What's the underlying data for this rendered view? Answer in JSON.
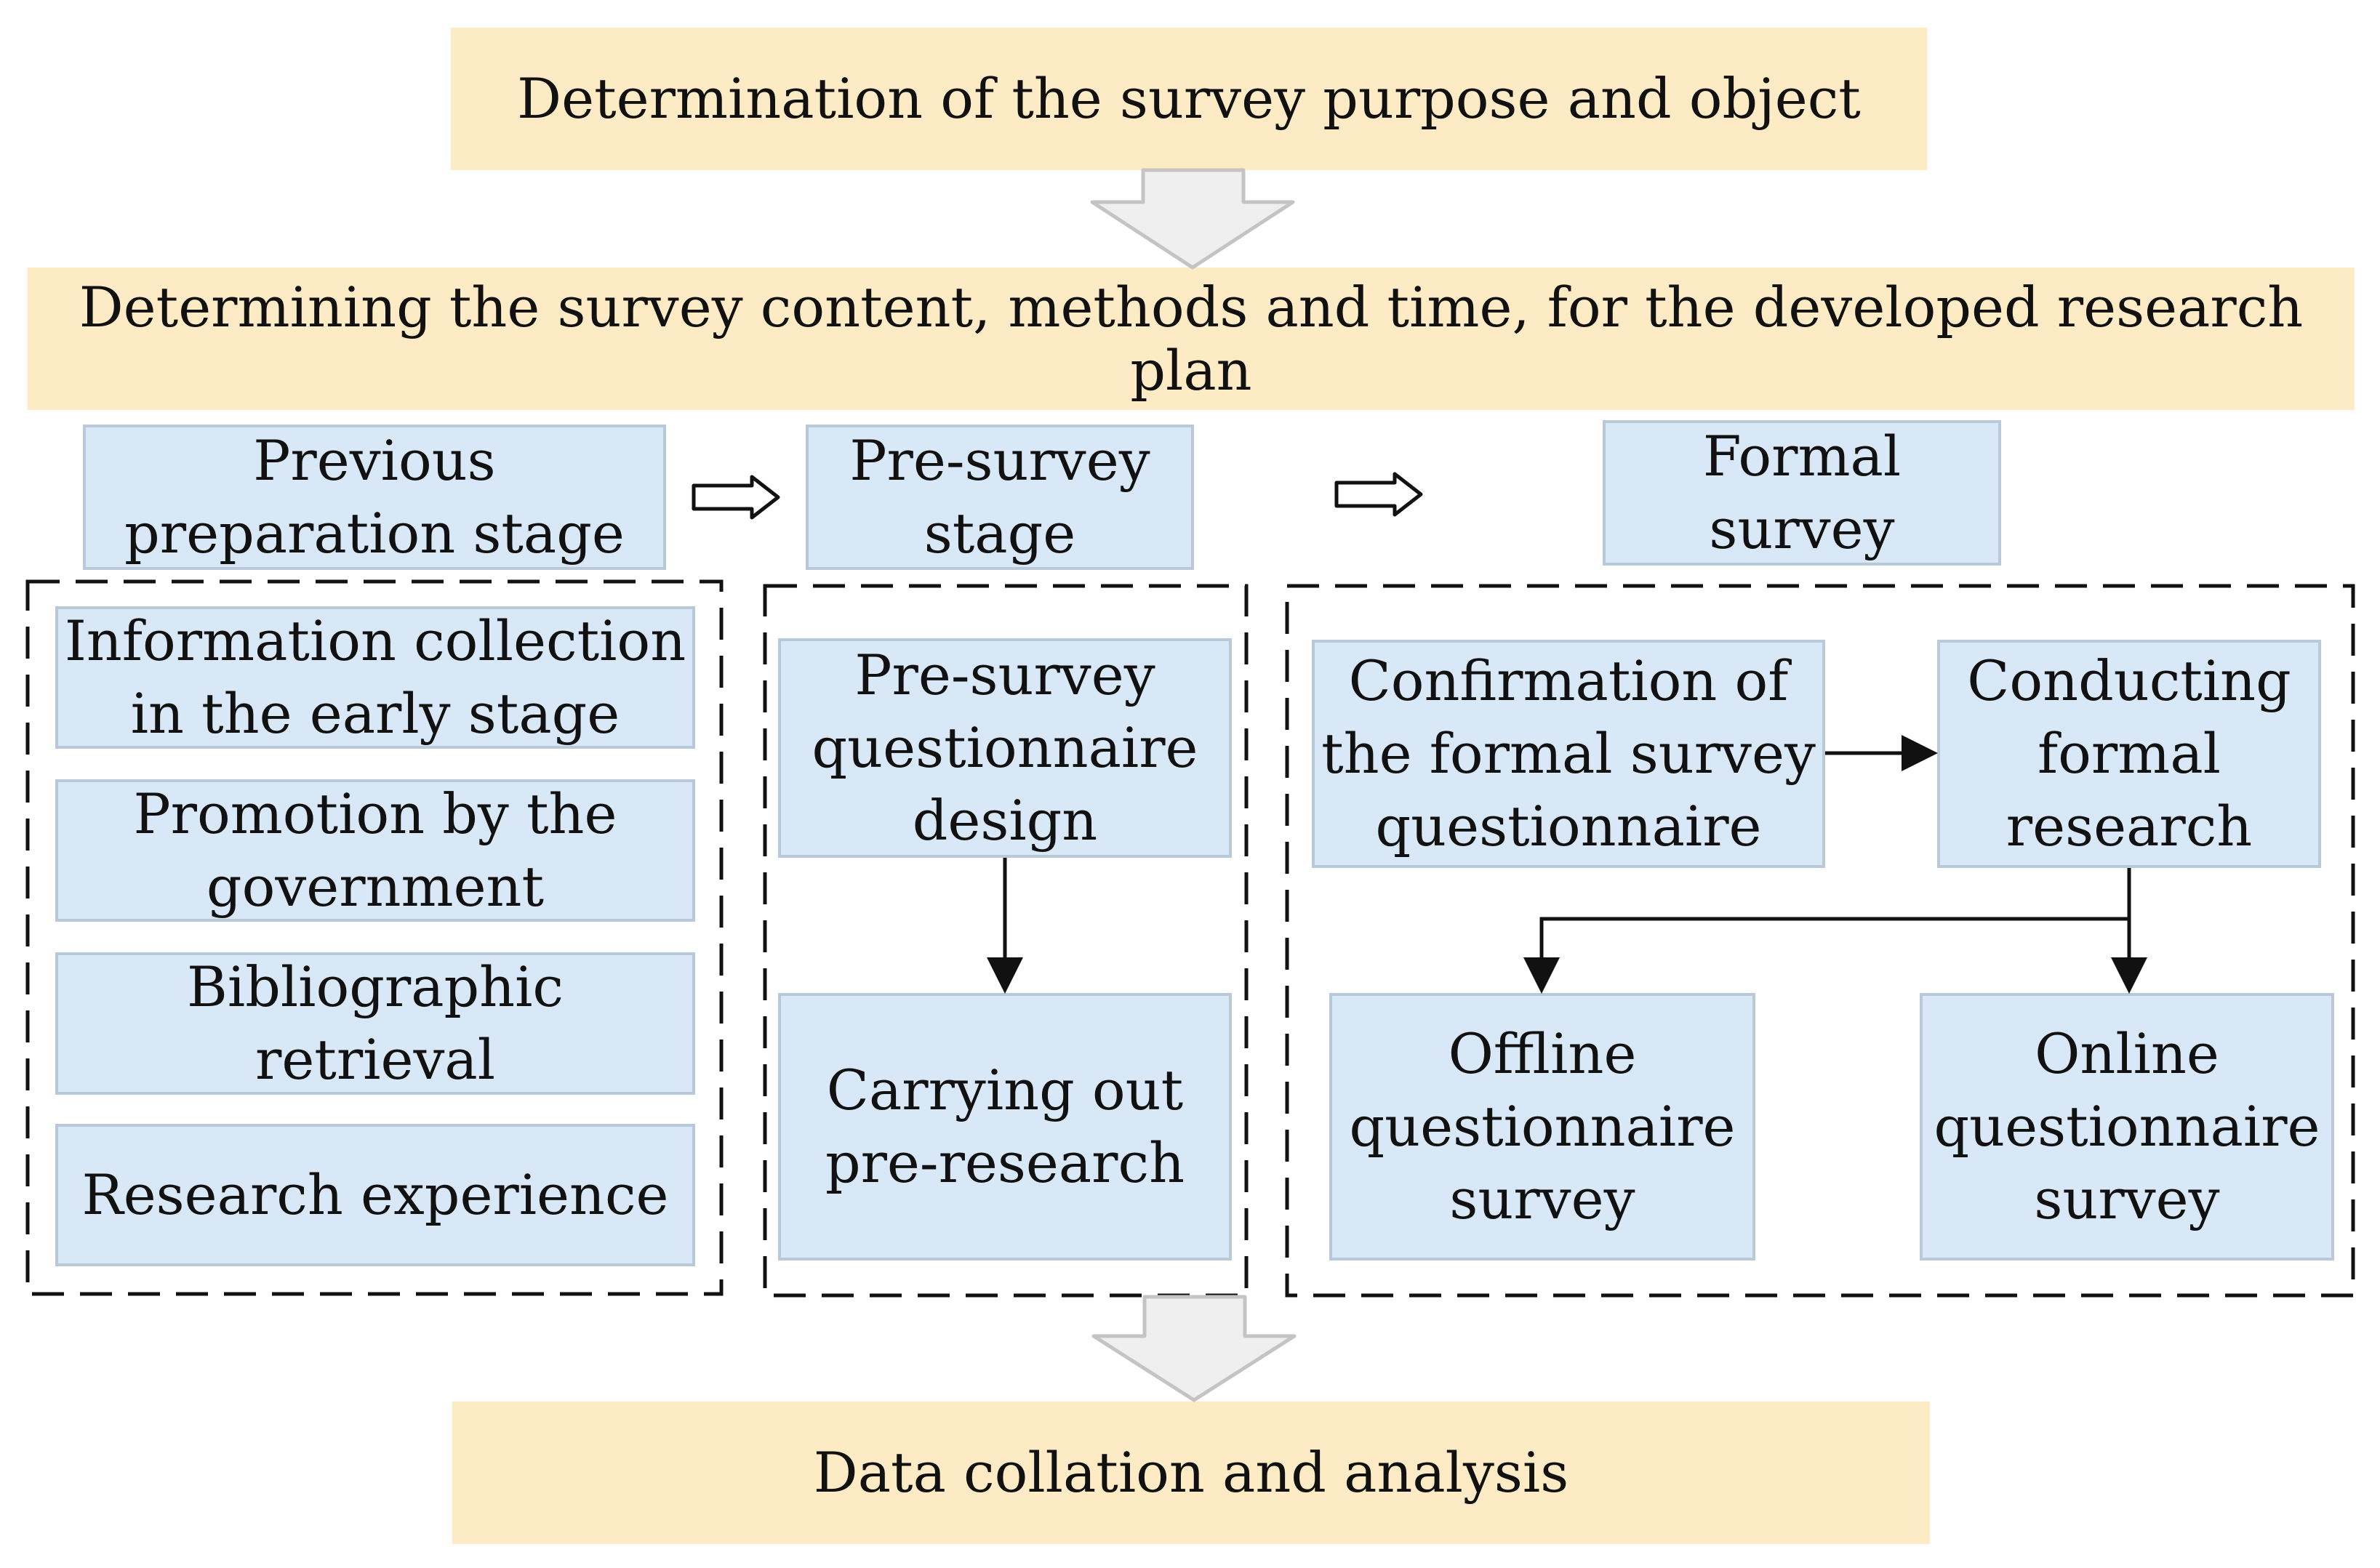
{
  "top": {
    "purpose": "Determination of the survey purpose and object",
    "plan": "Determining the survey content, methods and time, for the developed research plan",
    "analysis": "Data collation and analysis"
  },
  "stages": {
    "preparation": {
      "title": "Previous\npreparation stage",
      "items": [
        "Information collection\nin the early stage",
        "Promotion by the\ngovernment",
        "Bibliographic retrieval",
        "Research experience"
      ]
    },
    "presurvey": {
      "title": "Pre-survey\nstage",
      "design": "Pre-survey\nquestionnaire\ndesign",
      "carry": "Carrying out\npre-research"
    },
    "formal": {
      "title": "Formal\nsurvey",
      "confirm": "Confirmation of\nthe formal survey\nquestionnaire",
      "conduct": "Conducting\nformal\nresearch",
      "offline": "Offline\nquestionnaire\nsurvey",
      "online": "Online\nquestionnaire\nsurvey"
    }
  },
  "colors": {
    "yellow_fill": "#fcebc4",
    "blue_fill": "#d9e8f6",
    "blue_border": "#b9c9d9",
    "arrow_fill": "#efefef",
    "line": "#111111"
  }
}
